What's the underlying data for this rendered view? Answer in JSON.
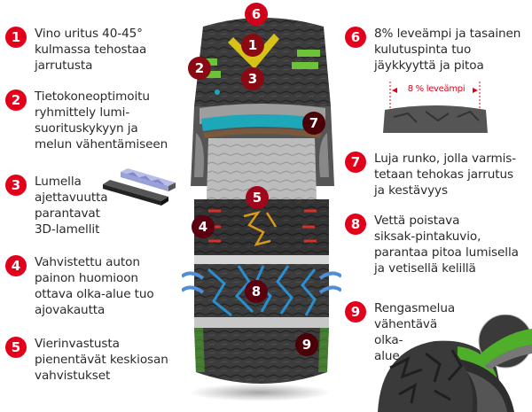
{
  "colors": {
    "badge_red": "#e3001b",
    "tread_dark": "#3a3a3a",
    "highlight_yellow": "#d7c21a",
    "highlight_green": "#6ec23a",
    "highlight_blue": "#2a8fd0",
    "highlight_teal": "#1ea7b8",
    "highlight_orange": "#d89a1a",
    "highlight_red": "#d8302a",
    "shoulder_green": "#4fae2a"
  },
  "features": [
    {
      "number": "1",
      "text": "Vino uritus 40-45° kulmassa tehostaa jarrutusta"
    },
    {
      "number": "2",
      "text": "Tietokoneoptimoitu ryhmittely lumi-suorituskykyyn ja melun vähentämiseen"
    },
    {
      "number": "3",
      "text": "Lumella ajettavuutta parantavat 3D-lamellit"
    },
    {
      "number": "4",
      "text": "Vahvistettu auton painon huomioon ottava olka-alue tuo ajovakautta"
    },
    {
      "number": "5",
      "text": "Vierinvastusta pienentävät keskiosan vahvistukset"
    },
    {
      "number": "6",
      "text": "8% leveämpi ja tasainen kulutuspinta tuo jäykkyyttä ja pitoa"
    },
    {
      "number": "7",
      "text": "Luja runko, jolla varmistetaan tehokas jarrutus ja kestävyys"
    },
    {
      "number": "8",
      "text": "Vettä poistava siksak-pintakuvio, parantaa pitoa lumisella ja vetisellä kelillä"
    },
    {
      "number": "9",
      "text": "Rengasmelua vähentävä olka-alue"
    }
  ],
  "feature_lines": {
    "f1": [
      "Vino uritus 40-45°",
      "kulmassa tehostaa",
      "jarrutusta"
    ],
    "f2": [
      "Tietokoneoptimoitu",
      "ryhmittely lumi-",
      "suorituskykyyn ja",
      "melun vähentämiseen"
    ],
    "f3": [
      "Lumella",
      "ajettavuutta",
      "parantavat",
      "3D-lamellit"
    ],
    "f4": [
      "Vahvistettu auton",
      "painon huomioon",
      "ottava olka-alue tuo",
      "ajovakautta"
    ],
    "f5": [
      "Vierinvastusta",
      "pienentävät keskiosan",
      "vahvistukset"
    ],
    "f6": [
      "8% leveämpi ja tasainen",
      "kulutuspinta tuo",
      "jäykkyyttä ja pitoa"
    ],
    "f7": [
      "Luja runko, jolla varmis-",
      "tetaan tehokas jarrutus",
      "ja kestävyys"
    ],
    "f8": [
      "Vettä poistava",
      "siksak-pintakuvio,",
      "parantaa pitoa lumisella",
      "ja vetisellä kelillä"
    ],
    "f9": [
      "Rengasmelua",
      "vähentävä olka-",
      "alue"
    ]
  },
  "width_demo": {
    "label": "8 % leveämpi"
  },
  "tire_markers": [
    "6",
    "1",
    "2",
    "3",
    "7",
    "5",
    "4",
    "8",
    "9"
  ]
}
